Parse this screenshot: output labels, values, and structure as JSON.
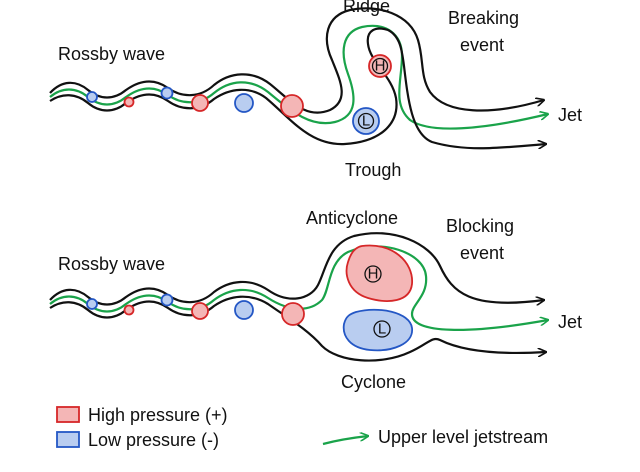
{
  "panels": {
    "breaking": {
      "wave_label": "Rossby wave",
      "top_label": "Ridge",
      "bottom_label": "Trough",
      "event_label_1": "Breaking",
      "event_label_2": "event",
      "jet_label": "Jet",
      "high_symbol": "H",
      "low_symbol": "L"
    },
    "blocking": {
      "wave_label": "Rossby wave",
      "top_label": "Anticyclone",
      "bottom_label": "Cyclone",
      "event_label_1": "Blocking",
      "event_label_2": "event",
      "jet_label": "Jet",
      "high_symbol": "H",
      "low_symbol": "L"
    }
  },
  "legend": {
    "high": "High pressure (+)",
    "low": "Low pressure (-)",
    "jetstream": "Upper level jetstream"
  },
  "colors": {
    "high_stroke": "#d62728",
    "high_fill": "#f4b6b6",
    "low_stroke": "#2457c5",
    "low_fill": "#b9cdf0",
    "jet": "#1aa34a",
    "line": "#111111"
  }
}
